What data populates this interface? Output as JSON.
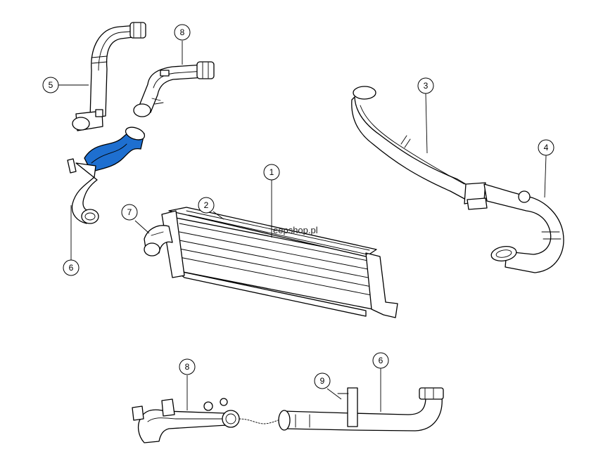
{
  "watermark": "eepshop.pl",
  "highlight_color": "#1e6fd0",
  "callouts": [
    {
      "id": "c1",
      "label": "1"
    },
    {
      "id": "c2",
      "label": "2"
    },
    {
      "id": "c3",
      "label": "3"
    },
    {
      "id": "c4",
      "label": "4"
    },
    {
      "id": "c5",
      "label": "5"
    },
    {
      "id": "c6a",
      "label": "6"
    },
    {
      "id": "c6b",
      "label": "6"
    },
    {
      "id": "c7",
      "label": "7"
    },
    {
      "id": "c8a",
      "label": "8"
    },
    {
      "id": "c8b",
      "label": "8"
    },
    {
      "id": "c9",
      "label": "9"
    }
  ]
}
